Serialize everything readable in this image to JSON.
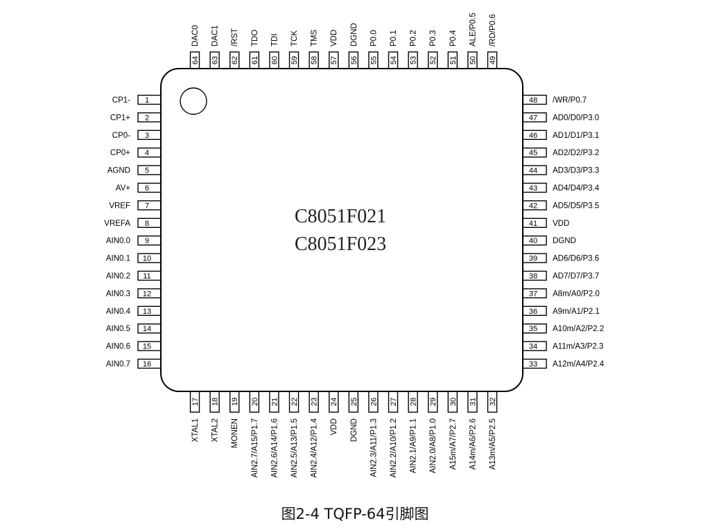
{
  "chip": {
    "part_numbers": [
      "C8051F021",
      "C8051F023"
    ]
  },
  "pins": {
    "left": [
      {
        "num": "1",
        "name": "CP1-"
      },
      {
        "num": "2",
        "name": "CP1+"
      },
      {
        "num": "3",
        "name": "CP0-"
      },
      {
        "num": "4",
        "name": "CP0+"
      },
      {
        "num": "5",
        "name": "AGND"
      },
      {
        "num": "6",
        "name": "AV+"
      },
      {
        "num": "7",
        "name": "VREF"
      },
      {
        "num": "8",
        "name": "VREFA"
      },
      {
        "num": "9",
        "name": "AIN0.0"
      },
      {
        "num": "10",
        "name": "AIN0.1"
      },
      {
        "num": "11",
        "name": "AIN0.2"
      },
      {
        "num": "12",
        "name": "AIN0.3"
      },
      {
        "num": "13",
        "name": "AIN0.4"
      },
      {
        "num": "14",
        "name": "AIN0.5"
      },
      {
        "num": "15",
        "name": "AIN0.6"
      },
      {
        "num": "16",
        "name": "AIN0.7"
      }
    ],
    "bottom": [
      {
        "num": "17",
        "name": "XTAL1"
      },
      {
        "num": "18",
        "name": "XTAL2"
      },
      {
        "num": "19",
        "name": "MONEN"
      },
      {
        "num": "20",
        "name": "AIN2.7/A15/P1.7"
      },
      {
        "num": "21",
        "name": "AIN2.6/A14/P1.6"
      },
      {
        "num": "22",
        "name": "AIN2.5/A13/P1.5"
      },
      {
        "num": "23",
        "name": "AIN2.4/A12/P1.4"
      },
      {
        "num": "24",
        "name": "VDD"
      },
      {
        "num": "25",
        "name": "DGND"
      },
      {
        "num": "26",
        "name": "AIN2.3/A11/P1.3"
      },
      {
        "num": "27",
        "name": "AIN2.2/A10/P1.2"
      },
      {
        "num": "28",
        "name": "AIN2.1/A9/P1.1"
      },
      {
        "num": "29",
        "name": "AIN2.0/A8/P1.0"
      },
      {
        "num": "30",
        "name": "A15m/A7/P2.7"
      },
      {
        "num": "31",
        "name": "A14m/A6/P2.6"
      },
      {
        "num": "32",
        "name": "A13m/A5/P2.5"
      }
    ],
    "right": [
      {
        "num": "48",
        "name": "/WR/P0.7"
      },
      {
        "num": "47",
        "name": "AD0/D0/P3.0"
      },
      {
        "num": "46",
        "name": "AD1/D1/P3.1"
      },
      {
        "num": "45",
        "name": "AD2/D2/P3.2"
      },
      {
        "num": "44",
        "name": "AD3/D3/P3.3"
      },
      {
        "num": "43",
        "name": "AD4/D4/P3.4"
      },
      {
        "num": "42",
        "name": "AD5/D5/P3.5"
      },
      {
        "num": "41",
        "name": "VDD"
      },
      {
        "num": "40",
        "name": "DGND"
      },
      {
        "num": "39",
        "name": "AD6/D6/P3.6"
      },
      {
        "num": "38",
        "name": "AD7/D7/P3.7"
      },
      {
        "num": "37",
        "name": "A8m/A0/P2.0"
      },
      {
        "num": "36",
        "name": "A9m/A1/P2.1"
      },
      {
        "num": "35",
        "name": "A10m/A2/P2.2"
      },
      {
        "num": "34",
        "name": "A11m/A3/P2.3"
      },
      {
        "num": "33",
        "name": "A12m/A4/P2.4"
      }
    ],
    "top": [
      {
        "num": "64",
        "name": "DAC0"
      },
      {
        "num": "63",
        "name": "DAC1"
      },
      {
        "num": "62",
        "name": "/RST"
      },
      {
        "num": "61",
        "name": "TDO"
      },
      {
        "num": "60",
        "name": "TDI"
      },
      {
        "num": "59",
        "name": "TCK"
      },
      {
        "num": "58",
        "name": "TMS"
      },
      {
        "num": "57",
        "name": "VDD"
      },
      {
        "num": "56",
        "name": "DGND"
      },
      {
        "num": "55",
        "name": "P0.0"
      },
      {
        "num": "54",
        "name": "P0.1"
      },
      {
        "num": "53",
        "name": "P0.2"
      },
      {
        "num": "52",
        "name": "P0.3"
      },
      {
        "num": "51",
        "name": "P0.4"
      },
      {
        "num": "50",
        "name": "ALE/P0.5"
      },
      {
        "num": "49",
        "name": "/RD/P0.6"
      }
    ]
  },
  "caption": "图2-4 TQFP-64引脚图"
}
